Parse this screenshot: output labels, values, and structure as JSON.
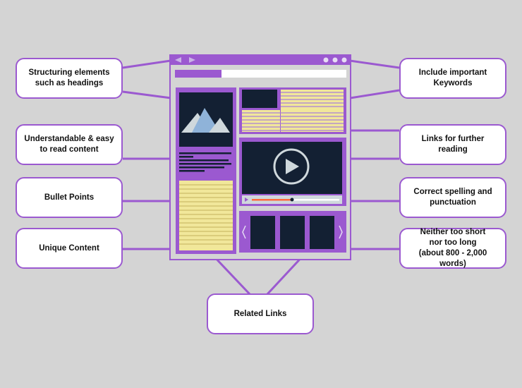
{
  "callouts": {
    "structuring": "Structuring elements\nsuch as headings",
    "understandable": "Understandable & easy\nto read content",
    "bullets": "Bullet Points",
    "unique": "Unique Content",
    "keywords": "Include important\nKeywords",
    "further_links": "Links for further\nreading",
    "spelling": "Correct spelling and\npunctuation",
    "length": "Neither too short\nnor too long\n(about 800 - 2,000 words)",
    "related": "Related Links"
  },
  "colors": {
    "purple": "#9b59d0",
    "dark": "#132033",
    "yellow": "#f1e79a",
    "light_purple": "#c9b4e6",
    "mountain": "#cfd8dc",
    "mountain_blue": "#8fb3d9",
    "progress": "#ff6a3d"
  },
  "icons": [
    "back-arrow-icon",
    "forward-arrow-icon",
    "window-dots-icon",
    "image-icon",
    "play-icon",
    "chevron-left-icon",
    "chevron-right-icon"
  ]
}
